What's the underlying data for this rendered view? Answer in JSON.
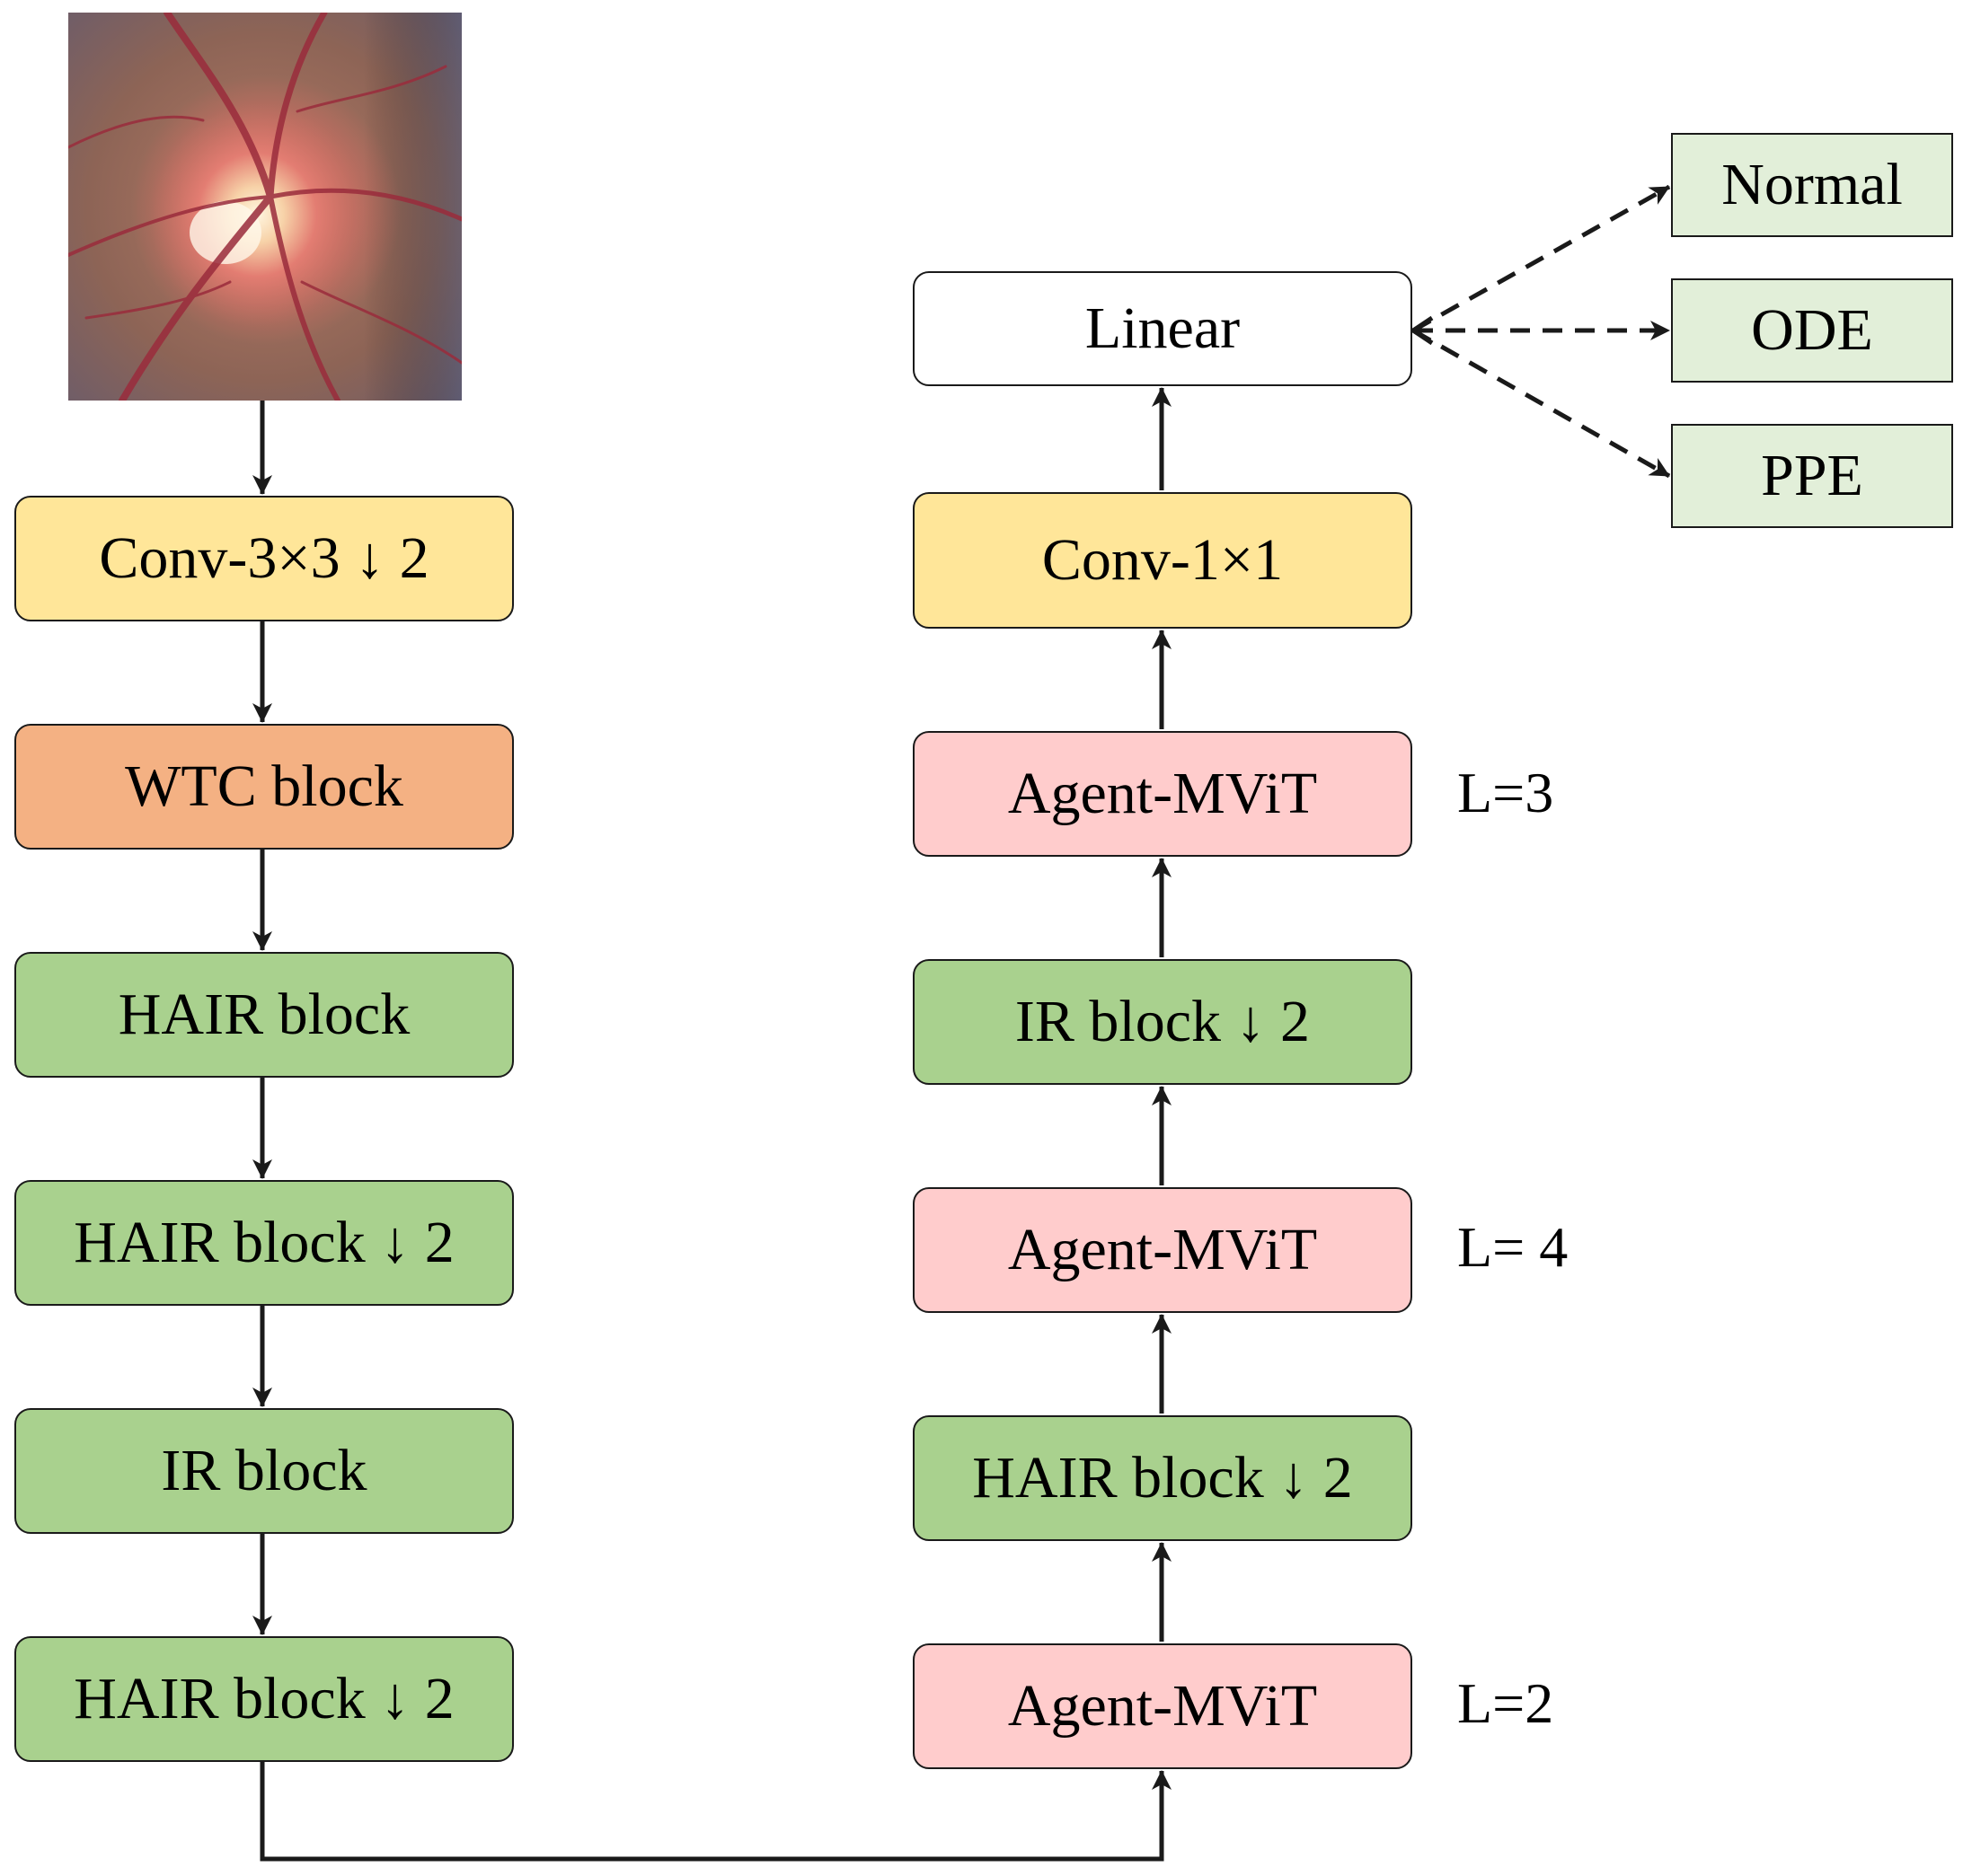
{
  "colors": {
    "conv": "#ffe699",
    "wtc": "#f4b183",
    "cnn_block": "#a9d18e",
    "transformer": "#ffcccc",
    "linear": "#ffffff",
    "output": "#e2efd9",
    "line": "#1a1a1a"
  },
  "encoder": [
    {
      "label": "Conv-3×3 ↓ 2"
    },
    {
      "label": "WTC block"
    },
    {
      "label": "HAIR block"
    },
    {
      "label": "HAIR block ↓ 2"
    },
    {
      "label": "IR block"
    },
    {
      "label": "HAIR block ↓ 2"
    }
  ],
  "decoder": [
    {
      "label": "Agent-MViT",
      "layers": "L=2"
    },
    {
      "label": "HAIR block ↓ 2"
    },
    {
      "label": "Agent-MViT",
      "layers": "L= 4"
    },
    {
      "label": "IR block ↓ 2"
    },
    {
      "label": "Agent-MViT",
      "layers": "L=3"
    },
    {
      "label": "Conv-1×1"
    },
    {
      "label": "Linear"
    }
  ],
  "outputs": [
    {
      "label": "Normal"
    },
    {
      "label": "ODE"
    },
    {
      "label": "PPE"
    }
  ]
}
